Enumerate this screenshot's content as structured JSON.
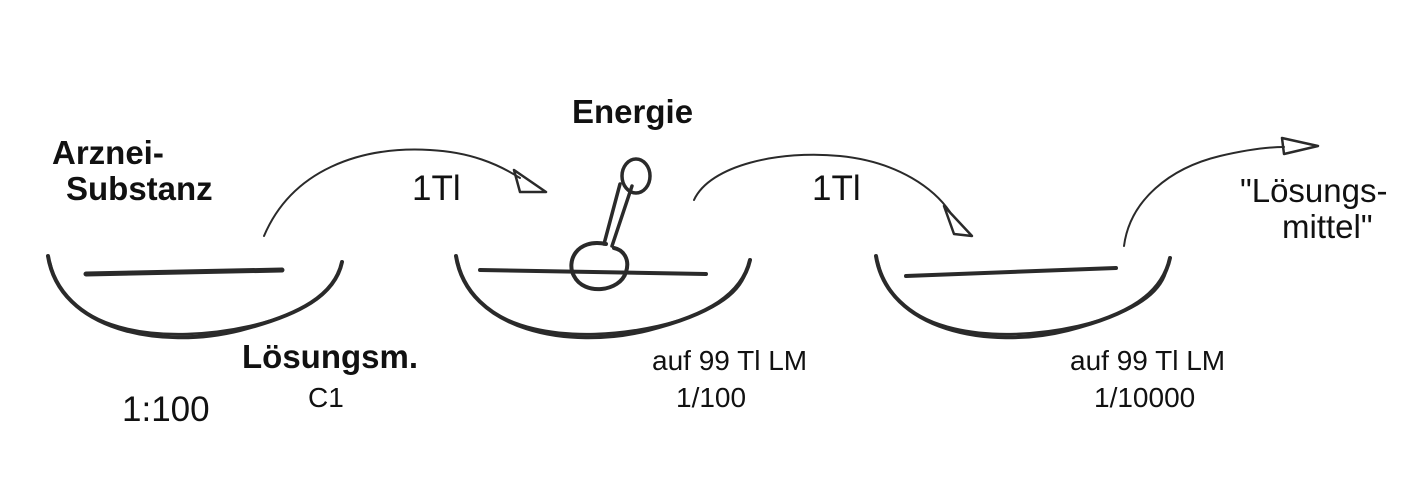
{
  "labels": {
    "substance_line1": "Arznei-",
    "substance_line2": "Substanz",
    "transfer_1": "1Tl",
    "transfer_2": "1Tl",
    "energy": "Energie",
    "solvent_quote_line1": "\"Lösungs-",
    "solvent_quote_line2": "mittel\"",
    "solvent_abbrev": "Lösungsm.",
    "ratio_1": "1:100",
    "potency_c1": "C1",
    "bowl2_line1": "auf 99 Tl LM",
    "bowl2_line2": "1/100",
    "bowl3_line1": "auf 99 Tl LM",
    "bowl3_line2": "1/10000"
  }
}
